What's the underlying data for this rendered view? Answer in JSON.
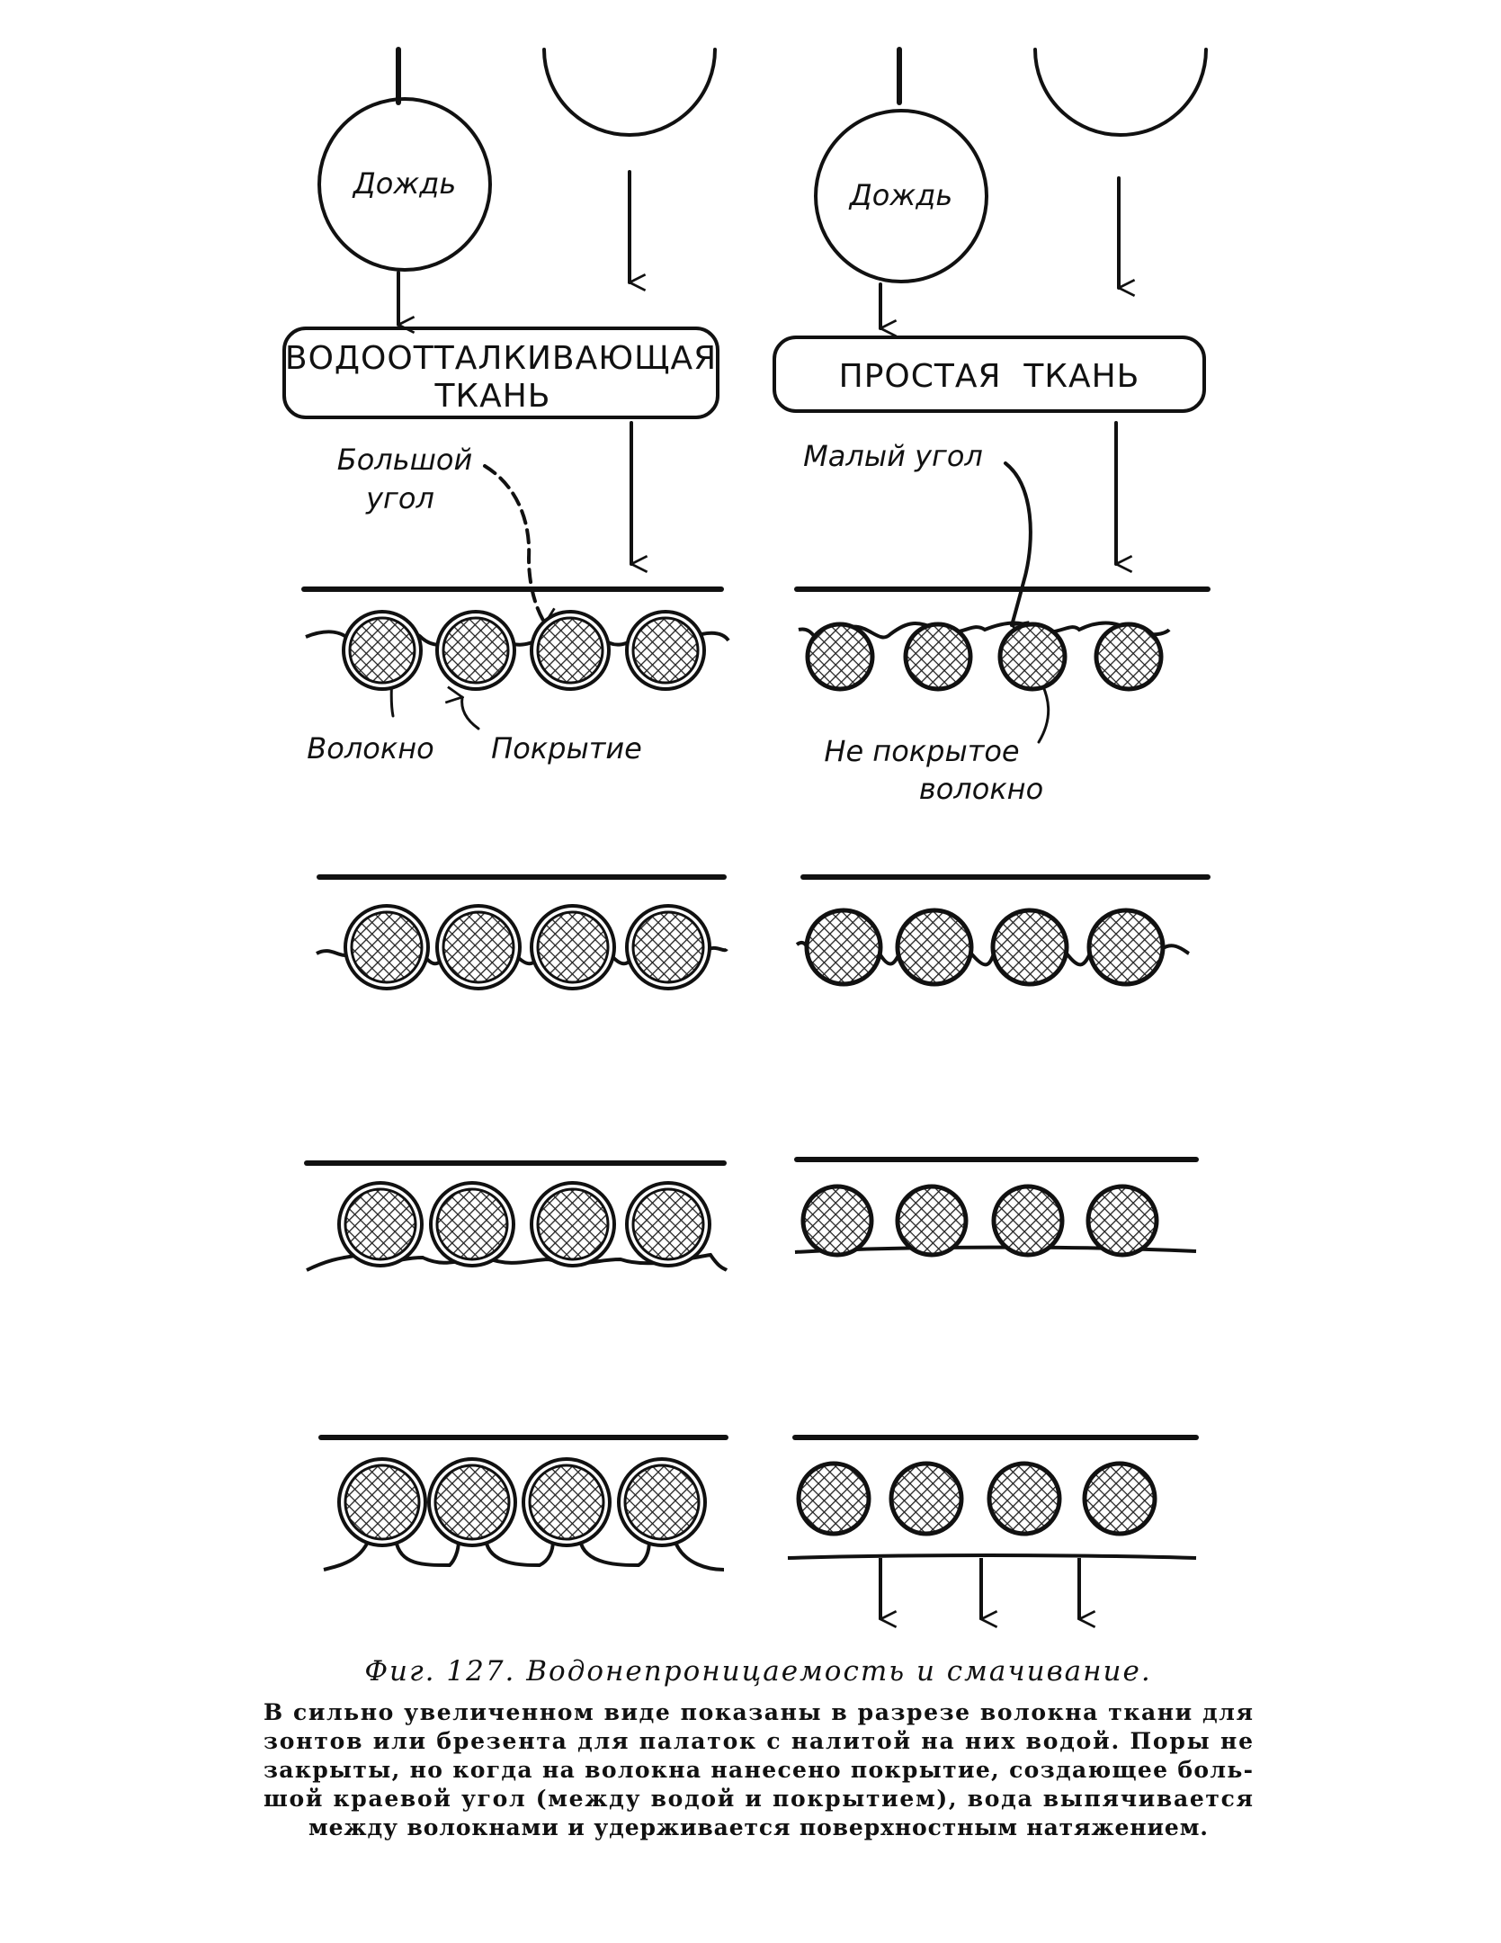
{
  "left_panel": {
    "rain_label": "Дождь",
    "fabric_line1": "ВОДООТТАЛКИВАЮЩАЯ",
    "fabric_line2": "ТКАНЬ",
    "angle_line1": "Большой",
    "angle_line2": "угол",
    "fiber_label": "Волокно",
    "coating_label": "Покрытие"
  },
  "right_panel": {
    "rain_label": "Дождь",
    "fabric_label": "ПРОСТАЯ  ТКАНЬ",
    "angle_label": "Малый угол",
    "uncoated_line1": "Не покрытое",
    "uncoated_line2": "волокно"
  },
  "caption": {
    "title": "Фиг. 127. Водонепроницаемость и смачивание.",
    "lines": [
      "В сильно увеличенном виде показаны в разрезе волокна ткани для",
      "зонтов или брезента для палаток с налитой на них водой. Поры не",
      "закрыты, но когда на волокна нанесено покрытие, создающее боль-",
      "шой краевой угол (между  водой и покрытием), вода выпячивается",
      "между волокнами и удерживается  поверхностным  натяжением."
    ]
  },
  "colors": {
    "ink": "#111111",
    "paper": "#ffffff"
  }
}
